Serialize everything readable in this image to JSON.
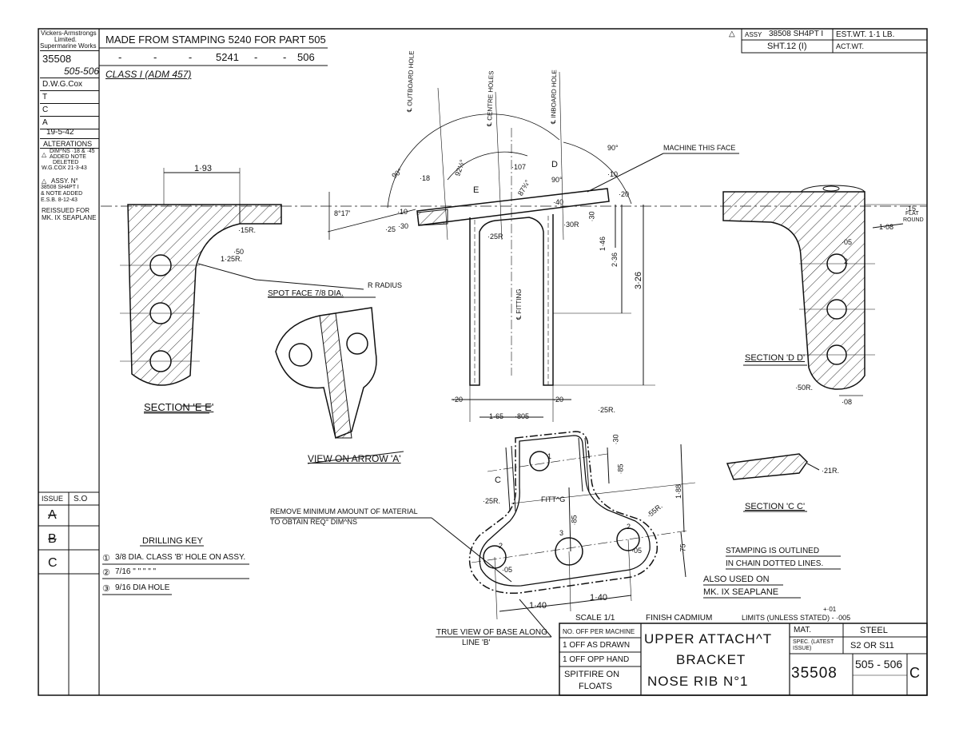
{
  "company": {
    "line1": "Vickers-Armstrongs",
    "line2": "Limited.",
    "line3": "Supermarine Works"
  },
  "drawing_number": "35508",
  "drawing_suffix": "505-506",
  "drawn_by": "D.W.G.Cox",
  "approval_rows": [
    "T",
    "C",
    "A"
  ],
  "date": "19-5-42",
  "alterations": {
    "title": "ALTERATIONS",
    "a_lines": [
      "DIM^NS ·18 & ·45",
      "ADDED NOTE",
      "DELETED",
      "W.G.COX 21-3-43"
    ],
    "b_lines": [
      "ASSY. N°",
      "38508 SH4PT I",
      "& NOTE ADDED",
      "E.S.B. 8-12-43"
    ],
    "reissue_lines": [
      "REISSUED FOR",
      "MK. IX SEAPLANE"
    ]
  },
  "header_notes": {
    "line1": "MADE FROM STAMPING 5240 FOR PART 505",
    "line2_prefix": "- - -",
    "line2_stamping": "5241",
    "line2_dash": "- -",
    "line2_part": "506",
    "class_note": "CLASS I (ADM 457)"
  },
  "assy_box": {
    "assy_label": "ASSY",
    "assy_value": "38508 SH4PT I",
    "est_wt": "EST.WT. 1·1 LB.",
    "sht": "SHT.12 (I)",
    "act_wt": "ACT.WT."
  },
  "issue_panel": {
    "header_issue": "ISSUE",
    "header_so": "S.O",
    "issues": [
      "A",
      "B",
      "C"
    ]
  },
  "drilling_key": {
    "title": "DRILLING KEY",
    "items": [
      {
        "num": "①",
        "text": "3/8 DIA. CLASS 'B' HOLE ON ASSY."
      },
      {
        "num": "②",
        "text": "7/16 \" \" \" \" \""
      },
      {
        "num": "③",
        "text": "9/16 DIA HOLE"
      }
    ]
  },
  "views": {
    "section_ee": "SECTION 'E E'",
    "view_arrow_a": "VIEW ON ARROW 'A'",
    "section_dd": "SECTION 'D D'",
    "section_cc": "SECTION 'C C'",
    "true_view": "TRUE VIEW OF BASE ALONG",
    "true_view_line": "LINE 'B'"
  },
  "notes": {
    "machine_face": "MACHINE THIS FACE",
    "spot_face": "SPOT FACE 7/8 DIA.",
    "radius": "R RADIUS",
    "remove_material_1": "REMOVE MINIMUM AMOUNT OF MATERIAL",
    "remove_material_2": "TO OBTAIN REQ° DIM^NS",
    "stamping_outlined_1": "STAMPING IS OUTLINED",
    "stamping_outlined_2": "IN CHAIN DOTTED LINES.",
    "also_used_1": "ALSO USED ON",
    "also_used_2": "MK. IX SEAPLANE",
    "outboard_hole": "℄ OUTBOARD HOLE",
    "centre_holes": "℄ CENTRE HOLES",
    "inboard_hole": "℄ INBOARD HOLE",
    "fitting": "℄ FITTING"
  },
  "dimensions": {
    "d193": "1·93",
    "d817": "8°17'",
    "r15": "·15R.",
    "d50": "·50",
    "r125": "1·25R.",
    "d90a": "90°",
    "d18": "·18",
    "d92": "92½°",
    "d107": "·107",
    "d_label_d": "D",
    "d_label_e": "E",
    "d873": "87¾°",
    "d90b": "90°",
    "d10": "·10",
    "d20a": "·20",
    "d10b": "·10",
    "d25": "·25",
    "d30": "·30",
    "d40": "·40",
    "r30": "·30R",
    "r25": "·25R",
    "d146": "1·46",
    "d236": "2·36",
    "d326": "3·26",
    "d30b": "·30",
    "d90c": "90°",
    "d20b": "·20",
    "d20c": "·20",
    "d165": "1·65",
    "d805": "·805",
    "d05": "·05",
    "d15": "·15",
    "flat": "FLAT",
    "round": "ROUND",
    "r108": "1·08",
    "r50": "·50R.",
    "d08": "·08",
    "r25b": "·25R.",
    "d30c": "·30",
    "d85a": "·85",
    "d85b": "·85",
    "r55": "·55R.",
    "d188": "1·88",
    "d75": "·75",
    "d140a": "1·40",
    "d140b": "1·40",
    "r25c": "·25R.",
    "r21": "·21R.",
    "d05b": "·05",
    "d05c": "·05",
    "fitt": "FITT^G",
    "c_label": "C",
    "hole1": "1",
    "hole2a": "2",
    "hole2b": "2",
    "hole2c": "2",
    "hole3": "3"
  },
  "title_block": {
    "scale": "SCALE 1/1",
    "finish": "FINISH CADMIUM",
    "limits": "LIMITS (UNLESS STATED) - ·005",
    "limits_plus": "+·01",
    "no_off": "NO. OFF PER MACHINE",
    "off_drawn": "1 OFF AS DRAWN",
    "off_opp": "1 OFF OPP HAND",
    "spitfire_1": "SPITFIRE ON",
    "spitfire_2": "FLOATS",
    "title_1": "UPPER ATTACH^T",
    "title_2": "BRACKET",
    "title_3": "NOSE RIB N°1",
    "mat_label": "MAT.",
    "mat_value": "STEEL",
    "spec_label": "SPEC. (LATEST ISSUE)",
    "spec_value": "S2 OR S11",
    "drawing_no": "35508",
    "part_no": "505 - 506",
    "issue_letter": "C"
  }
}
